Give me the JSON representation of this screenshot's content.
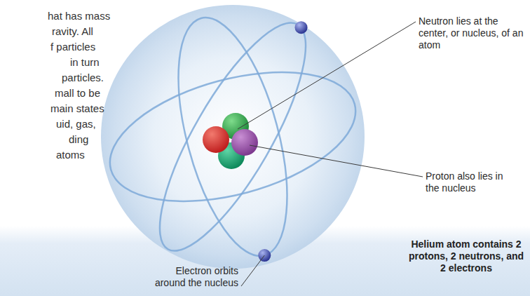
{
  "diagram": {
    "labels": [
      "hat has mass",
      "ravity. All",
      "f particles",
      "in turn",
      "particles.",
      "mall to be",
      "main states",
      "uid, gas,",
      "ding",
      "atoms",
      "Neutron lies at the center, or nucleus, of an atom",
      "Proton also lies in the nucleus",
      "Helium atom contains 2 protons, 2 neutrons, and 2 electrons",
      "Electron orbits around the nucleus"
    ]
  }
}
